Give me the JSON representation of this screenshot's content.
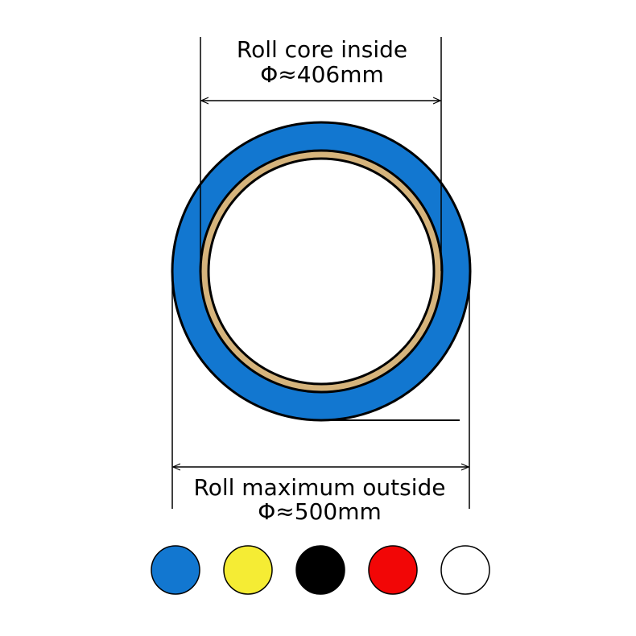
{
  "labels": {
    "inner_title": "Roll core inside",
    "inner_value": "Φ≈406mm",
    "outer_title": "Roll maximum outside",
    "outer_value": "Φ≈500mm"
  },
  "colors": {
    "roll": "#1277d0",
    "core": "#d6b47c",
    "line": "#000000",
    "background": "#ffffff"
  },
  "swatches": [
    {
      "name": "blue",
      "color": "#1277d0"
    },
    {
      "name": "yellow",
      "color": "#f5ec34"
    },
    {
      "name": "black",
      "color": "#000000"
    },
    {
      "name": "red",
      "color": "#f20606"
    },
    {
      "name": "white",
      "color": "#ffffff"
    }
  ]
}
